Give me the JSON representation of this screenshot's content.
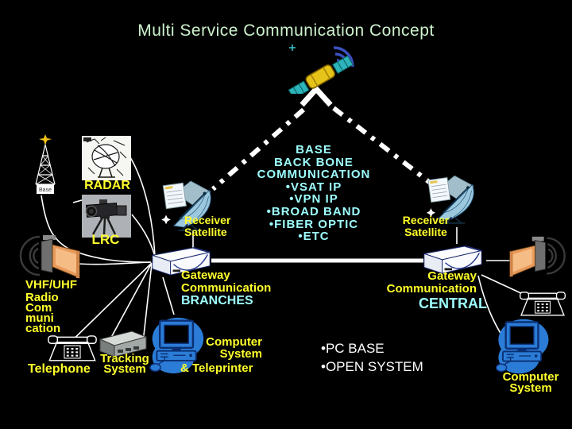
{
  "slide": {
    "title": "Multi Service Communication Concept"
  },
  "left_side": {
    "base": "Base",
    "radar": "RADAR",
    "lrc": "LRC",
    "vhf": "VHF/UHF",
    "radio": [
      "Radio",
      "Com",
      "muni",
      "cation"
    ],
    "telephone": "Telephone",
    "tracking": [
      "Tracking",
      "System"
    ]
  },
  "branches": {
    "receiver": [
      "Receiver",
      "Satellite"
    ],
    "gateway": [
      "Gateway",
      "Communication"
    ],
    "region": "BRANCHES",
    "computer": [
      "Computer",
      "System"
    ],
    "teleprinter": "& Teleprinter"
  },
  "backbone": {
    "lines": [
      "BASE",
      "BACK BONE",
      "COMMUNICATION",
      "•VSAT IP",
      "•VPN IP",
      "•BROAD BAND",
      "•FIBER OPTIC",
      "•ETC"
    ]
  },
  "central": {
    "receiver": [
      "Receiver",
      "Satellite"
    ],
    "gateway": [
      "Gateway",
      "Communication"
    ],
    "region": "CENTRAL",
    "notes": [
      "•PC BASE",
      "•OPEN SYSTEM"
    ],
    "computer": [
      "Computer",
      "System"
    ]
  },
  "colors": {
    "background": "#000000",
    "title": "#cdf2cd",
    "label_yellow": "#ffff2b",
    "text_cyan": "#9effff",
    "text_white": "#ffffff",
    "speaker_orange": "#e89a5a",
    "computer_blue": "#2b7cd6"
  },
  "icons": {
    "satellite": "communication-satellite-icon",
    "tower": "antenna-tower-icon",
    "radar": "radar-image",
    "lrc": "lrc-device-image",
    "speaker": "loudspeaker-icon",
    "telephone": "telephone-icon",
    "tracking": "tracking-system-box-icon",
    "receiver": "receiver-satellite-dish-icon",
    "gateway": "gateway-router-icon",
    "computer": "computer-icon"
  }
}
